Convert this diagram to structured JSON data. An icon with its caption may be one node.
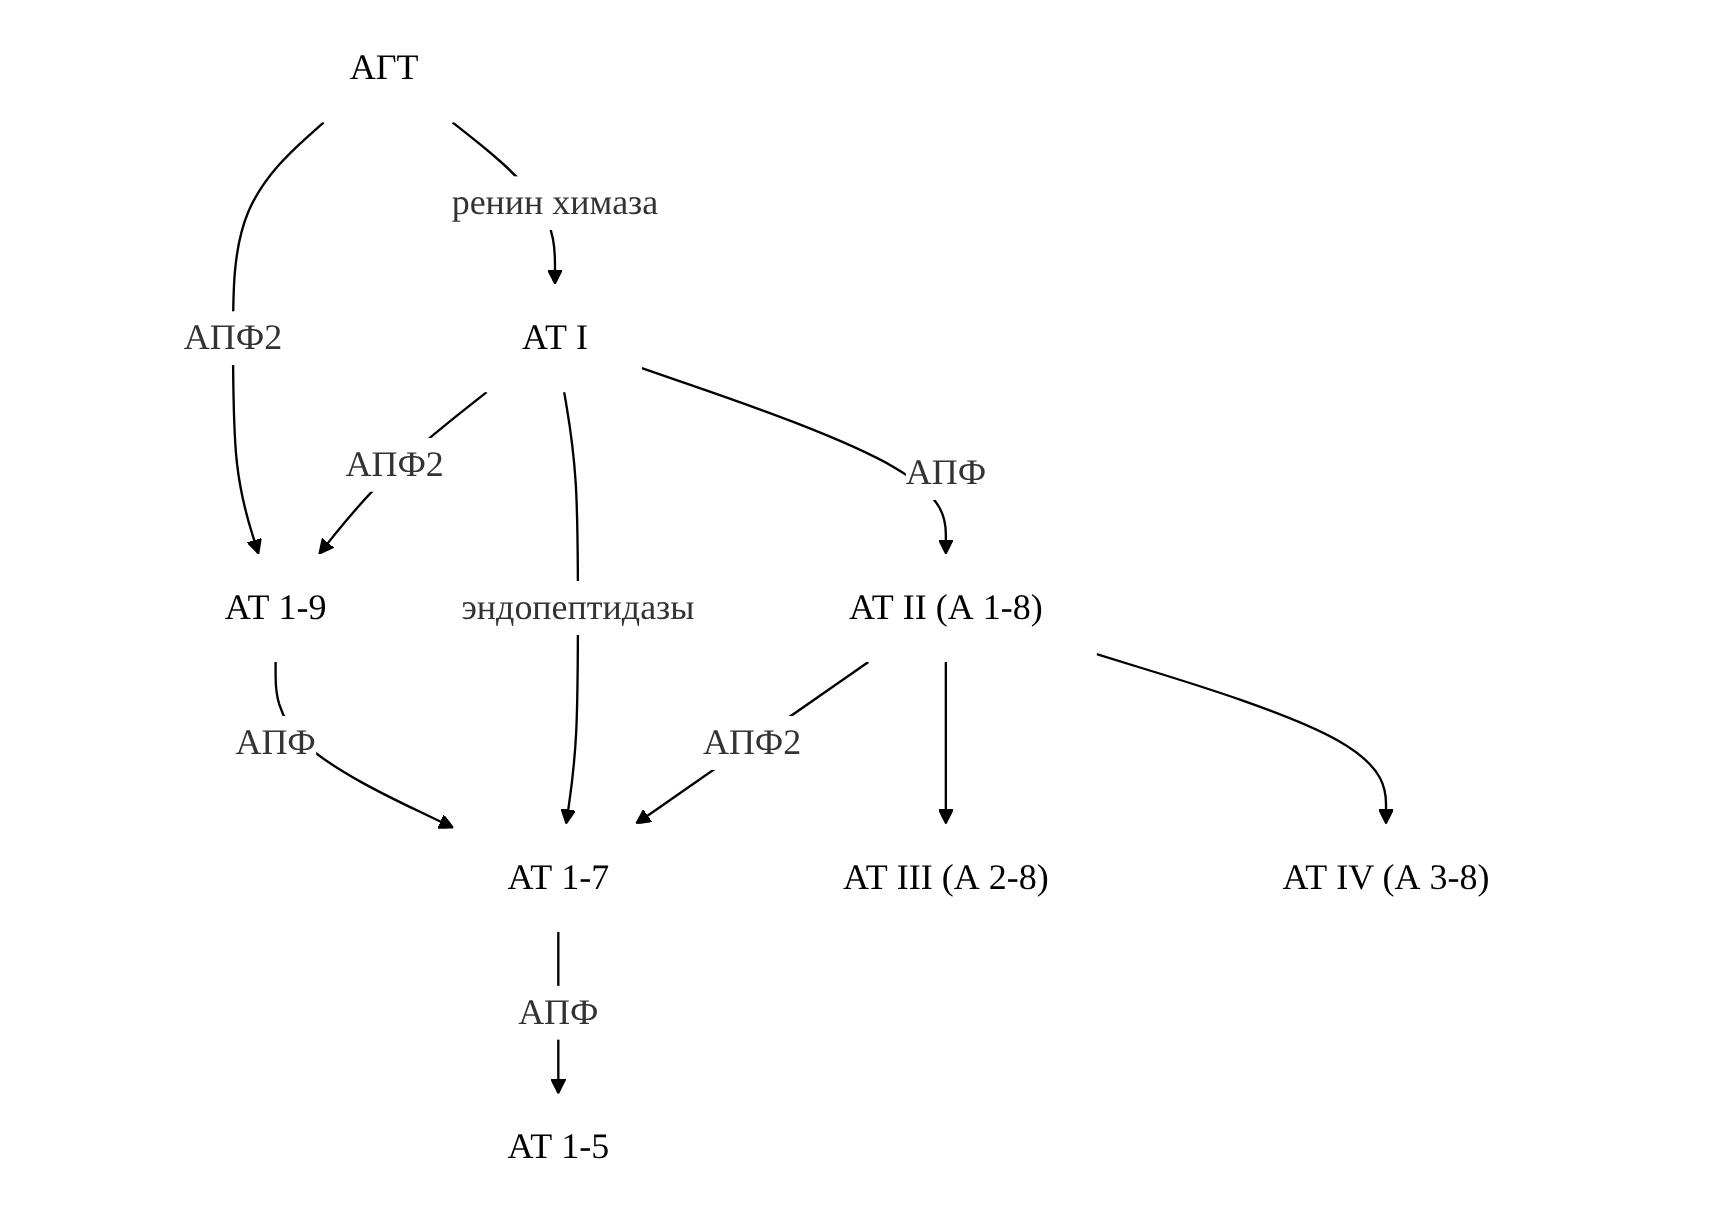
{
  "diagram": {
    "nodes": [
      {
        "text": [
          "АГТ"
        ]
      },
      {
        "text": [
          "АТ I"
        ]
      },
      {
        "text": [
          "АТ 1-9"
        ]
      },
      {
        "text": [
          "АТ II (А 1-8)"
        ]
      },
      {
        "text": [
          "АТ 1-7"
        ]
      },
      {
        "text": [
          "АТ III (А 2-8)"
        ]
      },
      {
        "text": [
          "АТ IV (А 3-8)"
        ]
      },
      {
        "text": [
          "АТ 1-5"
        ]
      }
    ],
    "edges": [
      {
        "from": 0,
        "to": 2,
        "arrow": "to",
        "label": "АПФ2"
      },
      {
        "from": 0,
        "to": 1,
        "arrow": "to",
        "label": "ренин химаза"
      },
      {
        "from": 1,
        "to": 2,
        "arrow": "to",
        "label": "АПФ2"
      },
      {
        "from": 1,
        "to": 4,
        "arrow": "to",
        "label": "эндопептидазы"
      },
      {
        "from": 1,
        "to": 3,
        "arrow": "to",
        "label": "АПФ"
      },
      {
        "from": 2,
        "to": 4,
        "arrow": "to",
        "label": "АПФ"
      },
      {
        "from": 3,
        "to": 4,
        "arrow": "to",
        "label": "АПФ2"
      },
      {
        "from": 3,
        "to": 5,
        "arrow": "to"
      },
      {
        "from": 3,
        "to": 6,
        "arrow": "to"
      },
      {
        "from": 4,
        "to": 7,
        "arrow": "to",
        "label": "АПФ"
      }
    ]
  }
}
